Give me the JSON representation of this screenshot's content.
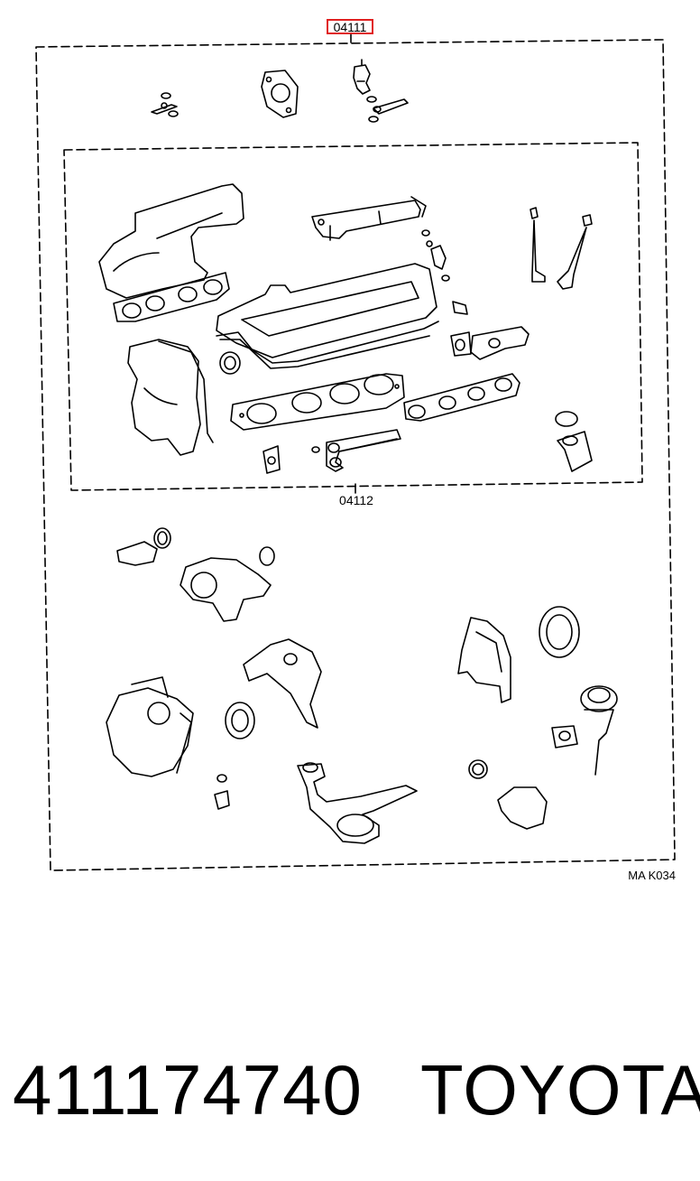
{
  "diagram": {
    "kit_label": "04111",
    "subkit_label": "04112",
    "ref_code": "MA K034",
    "highlight_color": "#e02020",
    "line_color": "#000000"
  },
  "footer": {
    "part_number": "411174740",
    "brand": "TOYOTA"
  }
}
